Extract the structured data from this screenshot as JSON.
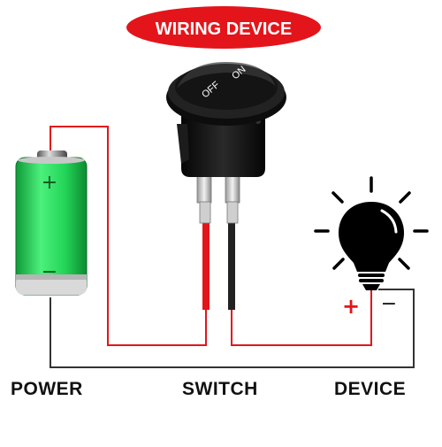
{
  "title": "WIRING DEVICE",
  "switch": {
    "on_label": "ON",
    "off_label": "OFF"
  },
  "battery": {
    "positive_symbol": "+",
    "negative_symbol": "−"
  },
  "device": {
    "positive_symbol": "+",
    "negative_symbol": "−"
  },
  "captions": {
    "power": "POWER",
    "switch": "SWITCH",
    "device": "DEVICE"
  },
  "colors": {
    "banner": "#e3151b",
    "battery_green": "#1fd65a",
    "wire_red": "#e3151b",
    "wire_black": "#222222",
    "switch_body": "#111111",
    "bulb": "#000000"
  },
  "icons": [
    "battery-icon",
    "rocker-switch-icon",
    "light-bulb-icon"
  ]
}
